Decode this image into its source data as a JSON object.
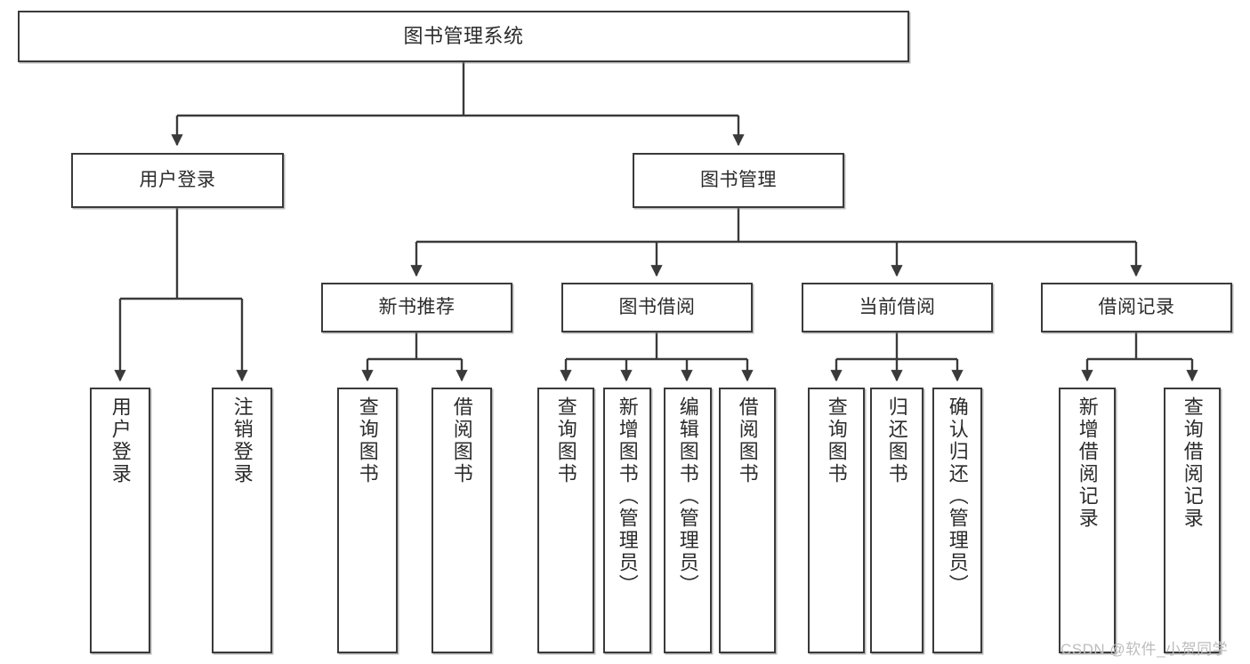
{
  "diagram": {
    "title": "图书管理系统",
    "type": "hierarchy-tree",
    "colors": {
      "stroke": "#3a3a3a",
      "box_fill": "#ffffff",
      "text": "#2b2b2b",
      "background": "#ffffff",
      "watermark": "#bdbdbd"
    },
    "root": {
      "label": "图书管理系统"
    },
    "level1": [
      {
        "label": "用户登录"
      },
      {
        "label": "图书管理"
      }
    ],
    "level2": [
      {
        "label": "新书推荐"
      },
      {
        "label": "图书借阅"
      },
      {
        "label": "当前借阅"
      },
      {
        "label": "借阅记录"
      }
    ],
    "leaves": {
      "user_login": [
        {
          "label": "用户登录"
        },
        {
          "label": "注销登录"
        }
      ],
      "new_book_recommend": [
        {
          "label": "查询图书"
        },
        {
          "label": "借阅图书"
        }
      ],
      "book_borrow": [
        {
          "label": "查询图书"
        },
        {
          "label": "新增图书（管理员）"
        },
        {
          "label": "编辑图书（管理员）"
        },
        {
          "label": "借阅图书"
        }
      ],
      "current_borrow": [
        {
          "label": "查询图书"
        },
        {
          "label": "归还图书"
        },
        {
          "label": "确认归还（管理员）"
        }
      ],
      "borrow_record": [
        {
          "label": "新增借阅记录"
        },
        {
          "label": "查询借阅记录"
        }
      ]
    }
  },
  "watermark": {
    "text": "CSDN @软件_小贺同学"
  }
}
